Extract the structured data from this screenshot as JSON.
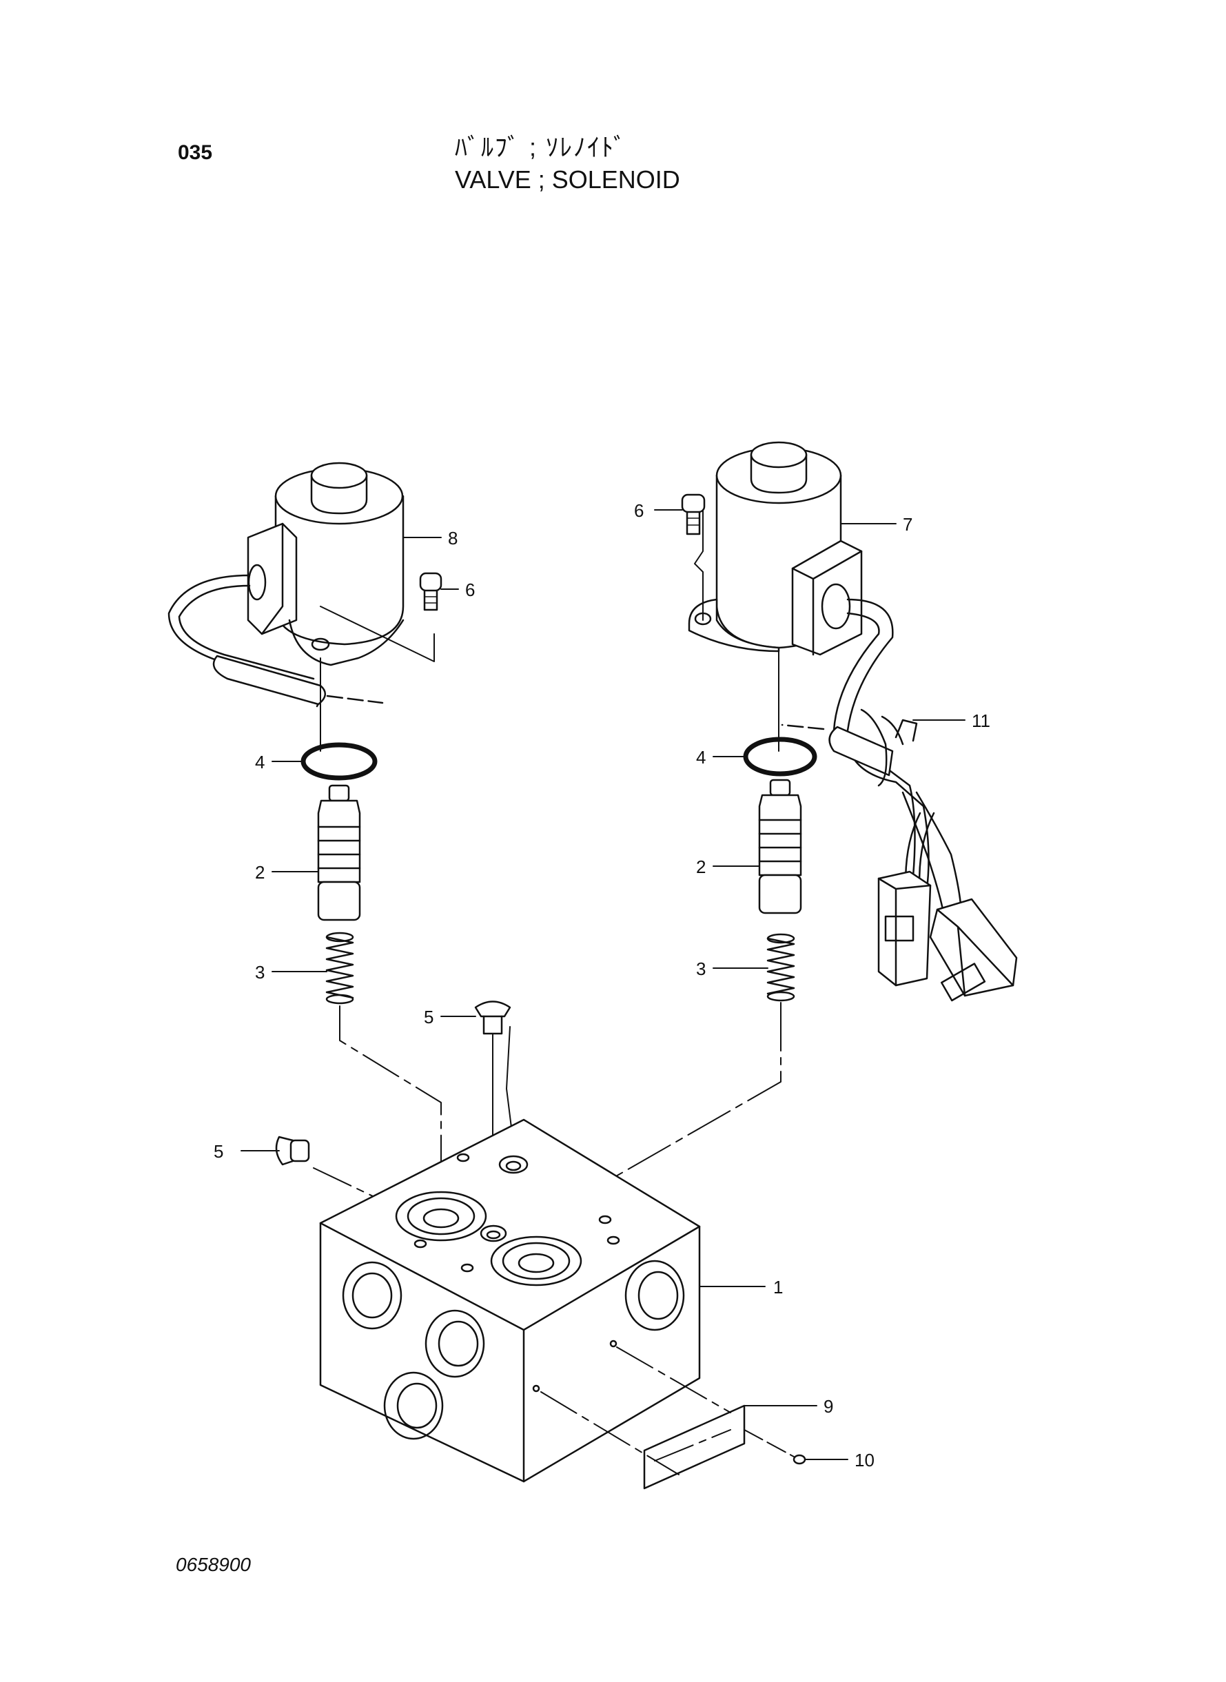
{
  "header": {
    "page_number": "035",
    "title_jp": "ﾊﾞﾙﾌﾞ ; ｿﾚﾉｲﾄﾞ",
    "title_en": "VALVE ; SOLENOID"
  },
  "footer": {
    "drawing_code": "0658900"
  },
  "callouts": {
    "body": "1",
    "spool_left": "2",
    "spool_right": "2",
    "spring_left": "3",
    "spring_right": "3",
    "oring_left": "4",
    "oring_right": "4",
    "plug_top": "5",
    "plug_side": "5",
    "bolt_left": "6",
    "bolt_right": "6",
    "solenoid_right": "7",
    "solenoid_left": "8",
    "plate": "9",
    "screw": "10",
    "clamp": "11"
  }
}
